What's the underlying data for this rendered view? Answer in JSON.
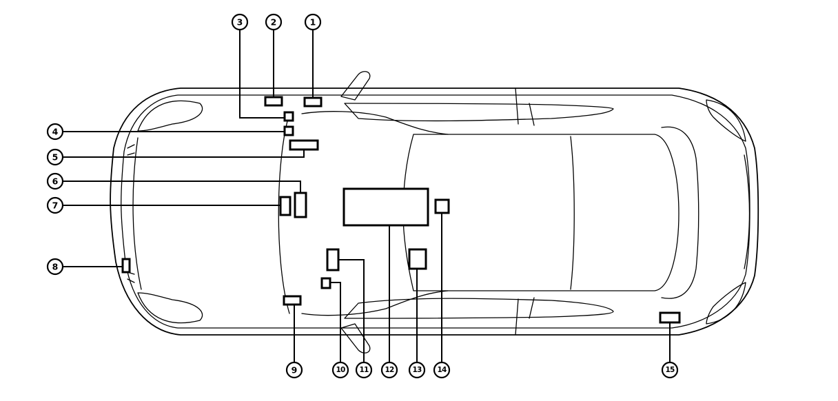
{
  "diagram": {
    "callouts": [
      {
        "id": "1",
        "label": "1"
      },
      {
        "id": "2",
        "label": "2"
      },
      {
        "id": "3",
        "label": "3"
      },
      {
        "id": "4",
        "label": "4"
      },
      {
        "id": "5",
        "label": "5"
      },
      {
        "id": "6",
        "label": "6"
      },
      {
        "id": "7",
        "label": "7"
      },
      {
        "id": "8",
        "label": "8"
      },
      {
        "id": "9",
        "label": "9"
      },
      {
        "id": "10",
        "label": "10"
      },
      {
        "id": "11",
        "label": "11"
      },
      {
        "id": "12",
        "label": "12"
      },
      {
        "id": "13",
        "label": "13"
      },
      {
        "id": "14",
        "label": "14"
      },
      {
        "id": "15",
        "label": "15"
      }
    ],
    "line_color": "#000000",
    "background": "#ffffff"
  }
}
